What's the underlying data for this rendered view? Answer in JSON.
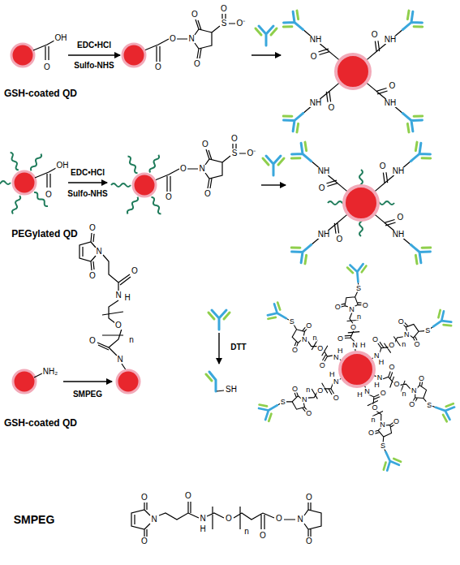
{
  "diagram": {
    "nodes": [
      {
        "text": [
          "GSH-coated QD"
        ]
      },
      {
        "text": [
          "PEGylated QD"
        ]
      },
      {
        "text": [
          "GSH-coated QD"
        ]
      }
    ],
    "labels": [
      "EDC•HCl",
      "Sulfo-NHS",
      "OH",
      "O",
      "O",
      "O",
      "N",
      "O",
      "O",
      "S",
      "O",
      "O⁻",
      "O",
      "NH",
      "O",
      "NH",
      "O",
      "NH",
      "O",
      "NH",
      "EDC•HCl",
      "Sulfo-NHS",
      "OH",
      "O",
      "O",
      "O",
      "N",
      "O",
      "O",
      "S",
      "O",
      "O⁻",
      "O",
      "NH",
      "O",
      "NH",
      "O",
      "NH",
      "O",
      "NH",
      "NH₂",
      "SMPEG",
      "O",
      "O",
      "N",
      "O",
      "N",
      "H",
      "O",
      "n",
      "O",
      "N",
      "DTT",
      "SH",
      "N",
      "H",
      "O",
      "O",
      "n",
      "N",
      "O",
      "O",
      "S",
      "N",
      "H",
      "O",
      "O",
      "n",
      "N",
      "O",
      "O",
      "S",
      "N",
      "H",
      "O",
      "O",
      "n",
      "N",
      "O",
      "O",
      "S",
      "N",
      "H",
      "O",
      "O",
      "n",
      "N",
      "O",
      "O",
      "S",
      "N",
      "H",
      "O",
      "O",
      "n",
      "N",
      "O",
      "O",
      "S",
      "N",
      "H",
      "O",
      "O",
      "n",
      "N",
      "O",
      "O",
      "S",
      "SMPEG",
      "O",
      "O",
      "N",
      "O",
      "N",
      "H",
      "O",
      "n",
      "O",
      "O",
      "N",
      "O",
      "O"
    ]
  }
}
